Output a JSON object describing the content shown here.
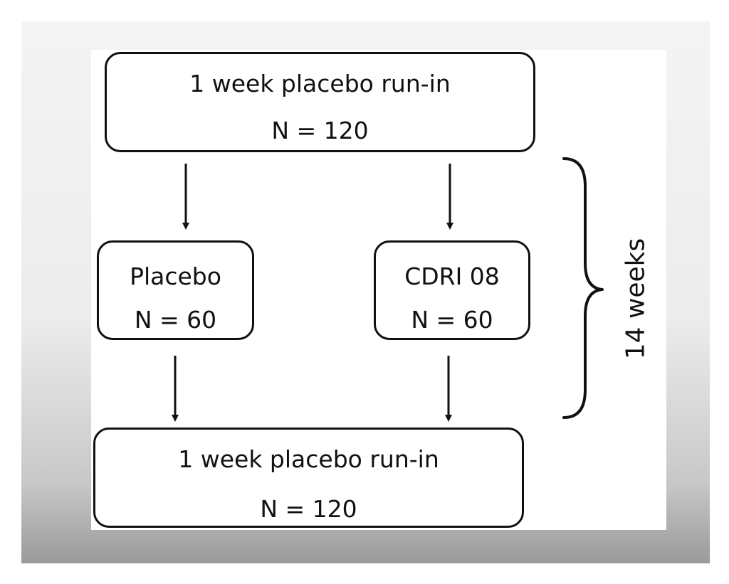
{
  "diagram": {
    "top_box": {
      "line1": "1 week placebo run-in",
      "line2": "N = 120"
    },
    "placebo_box": {
      "line1": "Placebo",
      "line2": "N = 60"
    },
    "cdri_box": {
      "line1": "CDRI 08",
      "line2": "N = 60"
    },
    "bottom_box": {
      "line1": "1 week placebo run-in",
      "line2": "N = 120"
    },
    "duration_label": "14 weeks"
  }
}
